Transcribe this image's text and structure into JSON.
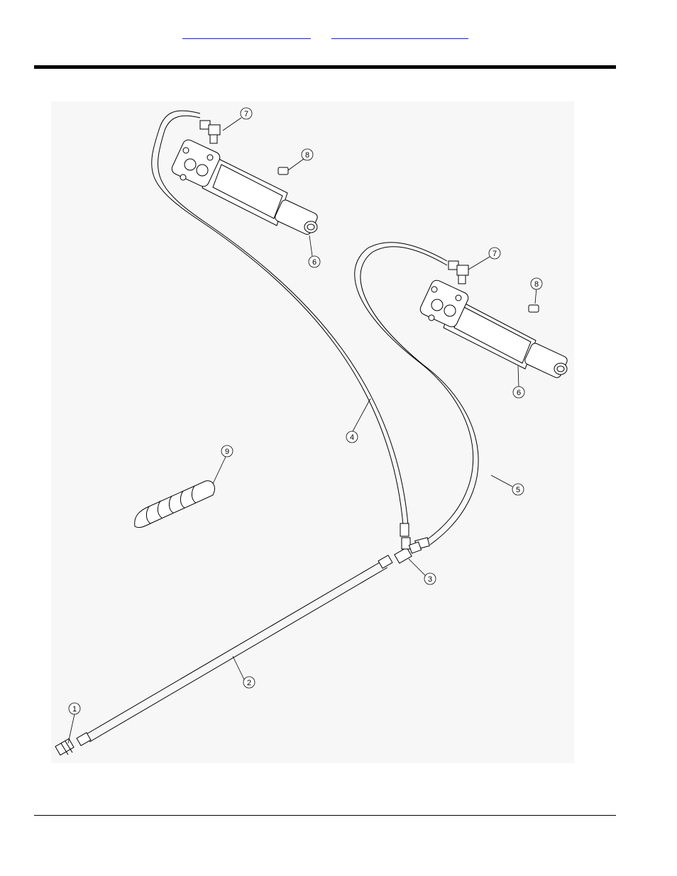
{
  "header": {
    "links": [
      {
        "label": ""
      },
      {
        "label": ""
      }
    ]
  },
  "figure": {
    "callouts": [
      "1",
      "2",
      "3",
      "4",
      "5",
      "6",
      "6",
      "7",
      "7",
      "8",
      "8",
      "9"
    ]
  }
}
